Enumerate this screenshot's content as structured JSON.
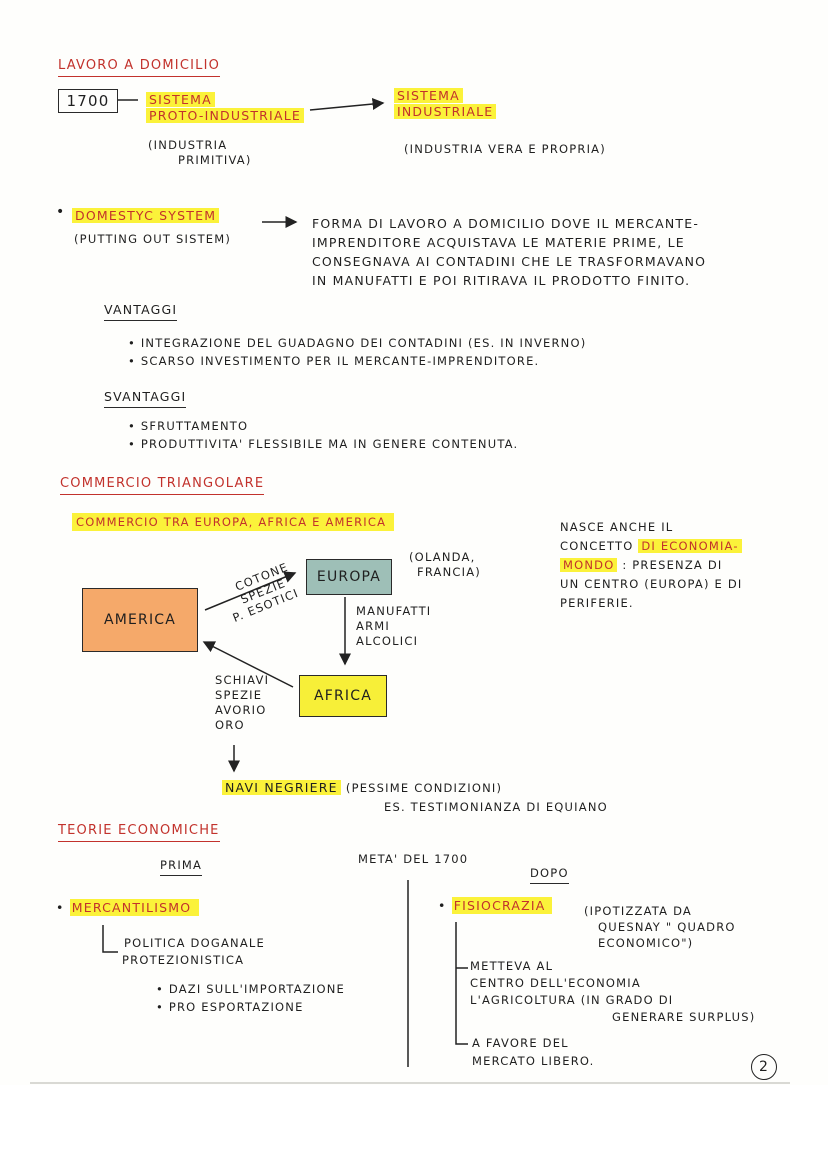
{
  "lavoro": {
    "title": "LAVORO A DOMICILIO",
    "year": "1700",
    "proto_line1": "SISTEMA",
    "proto_line2": "PROTO-INDUSTRIALE",
    "proto_note1": "(INDUSTRIA",
    "proto_note2": "PRIMITIVA)",
    "ind_line1": "SISTEMA",
    "ind_line2": "INDUSTRIALE",
    "ind_note": "(INDUSTRIA VERA E PROPRIA)"
  },
  "domestic": {
    "title": "DOMESTYC SYSTEM",
    "subtitle": "(PUTTING OUT SISTEM)",
    "def_lines": [
      "FORMA DI LAVORO A DOMICILIO DOVE IL MERCANTE-",
      "IMPRENDITORE ACQUISTAVA LE MATERIE PRIME, LE",
      "CONSEGNAVA AI CONTADINI CHE LE TRASFORMAVANO",
      "IN MANUFATTI E POI RITIRAVA IL PRODOTTO FINITO."
    ],
    "vantaggi_title": "VANTAGGI",
    "vantaggi": [
      "INTEGRAZIONE DEL GUADAGNO DEI CONTADINI (ES. IN INVERNO)",
      "SCARSO INVESTIMENTO PER IL MERCANTE-IMPRENDITORE."
    ],
    "svantaggi_title": "SVANTAGGI",
    "svantaggi": [
      "SFRUTTAMENTO",
      "PRODUTTIVITA' FLESSIBILE MA IN GENERE CONTENUTA."
    ]
  },
  "commercio": {
    "title": "COMMERCIO TRIANGOLARE",
    "subtitle": "COMMERCIO TRA EUROPA, AFRICA E AMERICA",
    "america": "AMERICA",
    "europa": "EUROPA",
    "africa": "AFRICA",
    "europa_note1": "(OLANDA,",
    "europa_note2": "FRANCIA)",
    "goods_am_eu": [
      "COTONE",
      "SPEZIE",
      "P. ESOTICI"
    ],
    "goods_eu_af": [
      "MANUFATTI",
      "ARMI",
      "ALCOLICI"
    ],
    "goods_af_am": [
      "SCHIAVI",
      "SPEZIE",
      "AVORIO",
      "ORO"
    ],
    "navi": "NAVI NEGRIERE",
    "navi_note": "(PESSIME CONDIZIONI)",
    "equiano": "ES. TESTIMONIANZA DI EQUIANO",
    "side_line1": "NASCE ANCHE IL",
    "side_line2_pre": "CONCETTO",
    "side_line2_hl": "DI ECONOMIA-",
    "side_line3_hl": "MONDO",
    "side_line3_post": ": PRESENZA DI",
    "side_line4": "UN CENTRO (EUROPA) E DI",
    "side_line5": "PERIFERIE."
  },
  "teorie": {
    "title": "TEORIE ECONOMICHE",
    "prima": "PRIMA",
    "meta": "META' DEL 1700",
    "dopo": "DOPO",
    "merc_title": "MERCANTILISMO",
    "merc_sub1": "POLITICA DOGANALE",
    "merc_sub2": "PROTEZIONISTICA",
    "merc_bullets": [
      "DAZI SULL'IMPORTAZIONE",
      "PRO ESPORTAZIONE"
    ],
    "fisio_title": "FISIOCRAZIA",
    "fisio_note1": "(IPOTIZZATA DA",
    "fisio_note2": "QUESNAY \" QUADRO",
    "fisio_note3": "ECONOMICO\")",
    "fisio_p1": [
      "METTEVA AL",
      "CENTRO DELL'ECONOMIA",
      "L'AGRICOLTURA (IN GRADO DI",
      "GENERARE SURPLUS)"
    ],
    "fisio_p2": [
      "A FAVORE DEL",
      "MERCATO LIBERO."
    ]
  },
  "page_number": "2",
  "colors": {
    "highlight": "#fbf23a",
    "heading_red": "#c2322c",
    "america_box": "#f5a96a",
    "europa_box": "#9ebfb7",
    "africa_box": "#f7ef38"
  }
}
